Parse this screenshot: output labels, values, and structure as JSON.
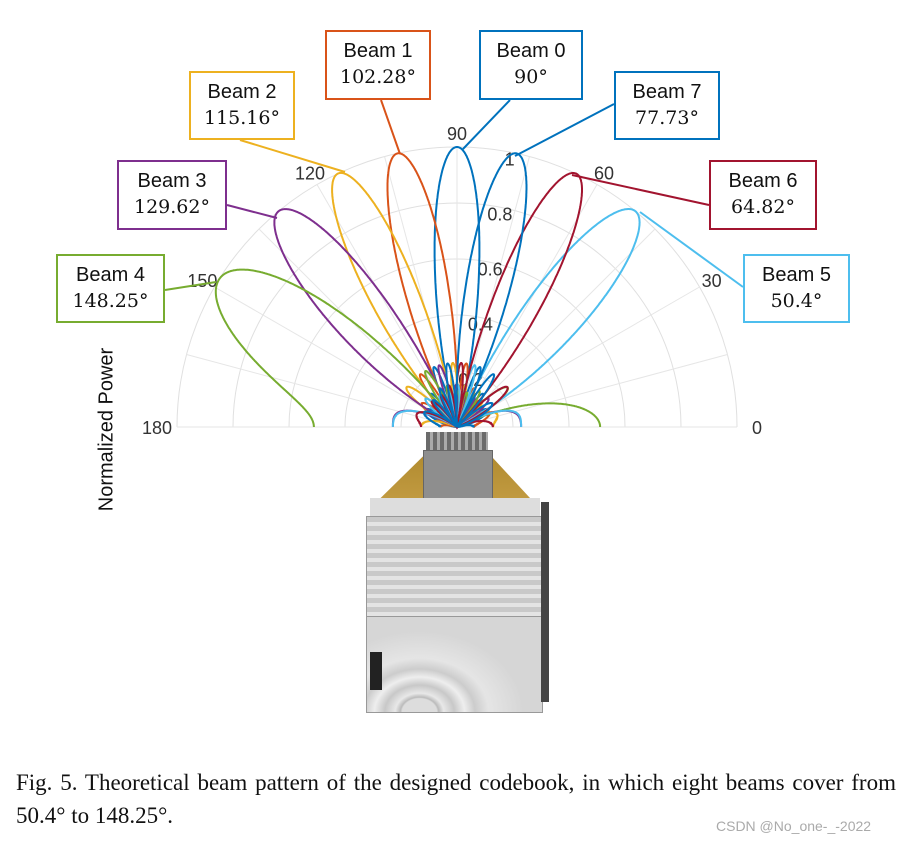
{
  "chart_data": {
    "type": "polar-line",
    "ylabel": "Normalized Power",
    "theta_ticks": [
      0,
      30,
      60,
      90,
      120,
      150,
      180
    ],
    "r_ticks": [
      0.2,
      0.4,
      0.6,
      0.8,
      1
    ],
    "r_tick_labels": [
      "0.2",
      "0.4",
      "0.6",
      "0.8",
      "1"
    ],
    "theta_tick_labels": [
      "0",
      "30",
      "60",
      "90",
      "120",
      "150",
      "180"
    ],
    "rlim": [
      0,
      1
    ],
    "theta_range": [
      0,
      180
    ],
    "array_elements": 8,
    "series": [
      {
        "name": "Beam 0",
        "angle_label": "90°",
        "steer_deg": 90,
        "color": "#0072BD"
      },
      {
        "name": "Beam 1",
        "angle_label": "102.28°",
        "steer_deg": 102.28,
        "color": "#D95319"
      },
      {
        "name": "Beam 2",
        "angle_label": "115.16°",
        "steer_deg": 115.16,
        "color": "#EDB120"
      },
      {
        "name": "Beam 3",
        "angle_label": "129.62°",
        "steer_deg": 129.62,
        "color": "#7E2F8E"
      },
      {
        "name": "Beam 4",
        "angle_label": "148.25°",
        "steer_deg": 148.25,
        "color": "#77AC30"
      },
      {
        "name": "Beam 5",
        "angle_label": "50.4°",
        "steer_deg": 50.4,
        "color": "#4DBEEE"
      },
      {
        "name": "Beam 6",
        "angle_label": "64.82°",
        "steer_deg": 64.82,
        "color": "#A2142F"
      },
      {
        "name": "Beam 7",
        "angle_label": "77.73°",
        "steer_deg": 77.73,
        "color": "#0072BD"
      }
    ]
  },
  "caption": "Fig. 5.   Theoretical beam pattern of the designed codebook, in which eight beams cover from 50.4° to 148.25°.",
  "watermark": "CSDN @No_one-_-2022"
}
